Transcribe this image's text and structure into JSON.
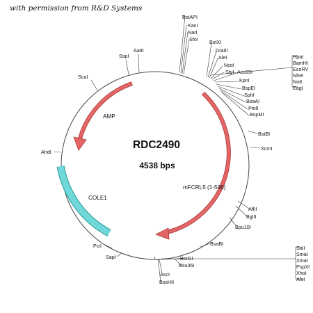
{
  "permission": "with permission from R&D Systems",
  "plasmid": {
    "name": "RDC2490",
    "size": "4538 bps"
  },
  "features": {
    "amp": "AMP",
    "cole1": "COLE1",
    "insert": "mFCRL5 (1-596)"
  },
  "colors": {
    "arrow": "#e05a5a",
    "ori": "#6fd6d6"
  },
  "sites": {
    "group_top": [
      "BstAPI",
      "KasI",
      "NarI",
      "SfoI"
    ],
    "group_right_top": [
      "HpaI",
      "BamHI",
      "EcoRV",
      "NheI",
      "NotI",
      "EagI"
    ],
    "group_right_bottom": [
      "SalI",
      "SmaI",
      "XmaI",
      "PspXI",
      "XhoI",
      "AfeI"
    ],
    "bstxi": "BstXI",
    "draiii": "DraIII",
    "alei": "AleI",
    "ncoi": "NcoI",
    "styi": "StyI",
    "acc65i": "Acc65I",
    "kpni": "KpnI",
    "bspei": "BspEI",
    "sphi": "SphI",
    "bsaai": "BsaAI",
    "pmli": "PmlI",
    "bspmi": "BspMI",
    "bstbi": "BstBI",
    "xcmi": "XcmI",
    "afiii": "AflII",
    "bglii": "BglII",
    "bpu10i": "Bpu10I",
    "bsabi": "BsaBI",
    "bsrgi": "BsrGI",
    "bsu36i": "Bsu36I",
    "asci": "AscI",
    "bsshii": "BssHII",
    "sapi": "SapI",
    "pcii": "PciI",
    "ahdi": "AhdI",
    "scai": "ScaI",
    "sspi": "SspI",
    "aatii": "AatII"
  }
}
